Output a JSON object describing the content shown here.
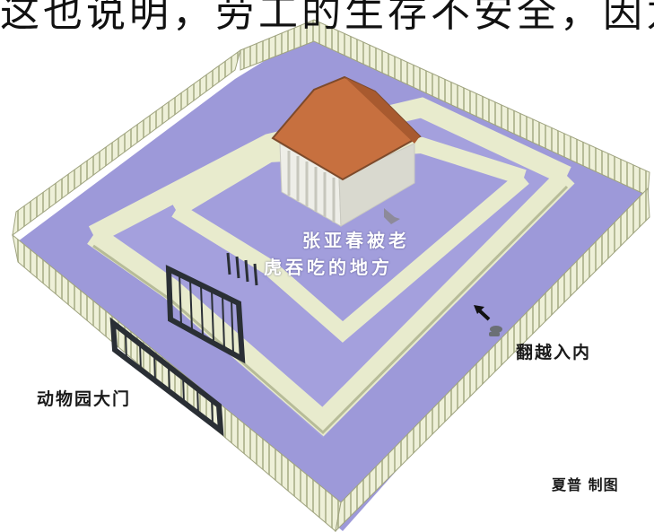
{
  "caption_top": "这也说明，劳工的生存不安全，因为该",
  "labels": {
    "attack_site_line1": "张亚春被老",
    "attack_site_line2": "虎吞吃的地方",
    "climb_in": "翻越入内",
    "zoo_gate": "动物园大门",
    "credit": "夏普  制图"
  },
  "colors": {
    "ground": "#9c98d8",
    "fence": "#e9ecd0",
    "fence_shadow": "#b9be9c",
    "roof": "#c9703e",
    "building": "#f1f1ec",
    "gate": "#2a2f35"
  }
}
